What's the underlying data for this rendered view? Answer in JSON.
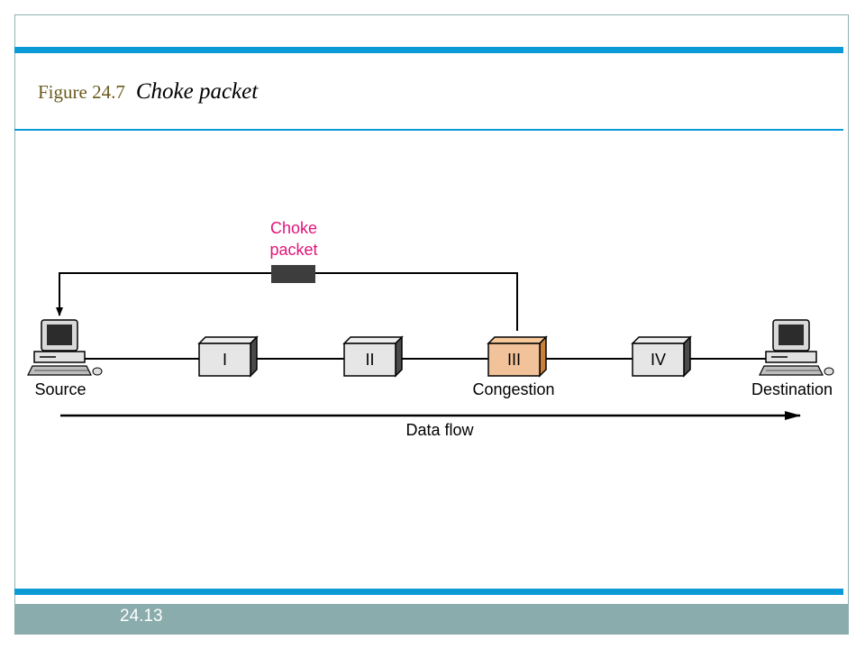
{
  "slide": {
    "figure_number": "Figure 24.7",
    "figure_title": "Choke packet",
    "page_number": "24.13"
  },
  "diagram": {
    "choke_label_line1": "Choke",
    "choke_label_line2": "packet",
    "routers": [
      "I",
      "II",
      "III",
      "IV"
    ],
    "source_label": "Source",
    "congestion_label": "Congestion",
    "destination_label": "Destination",
    "flow_label": "Data flow"
  },
  "colors": {
    "accent_blue": "#0a9ad6",
    "choke_text": "#e0147a",
    "congested_router": "#f2c29a",
    "normal_router": "#e6e6e6",
    "footer_gray": "#8aacac"
  }
}
